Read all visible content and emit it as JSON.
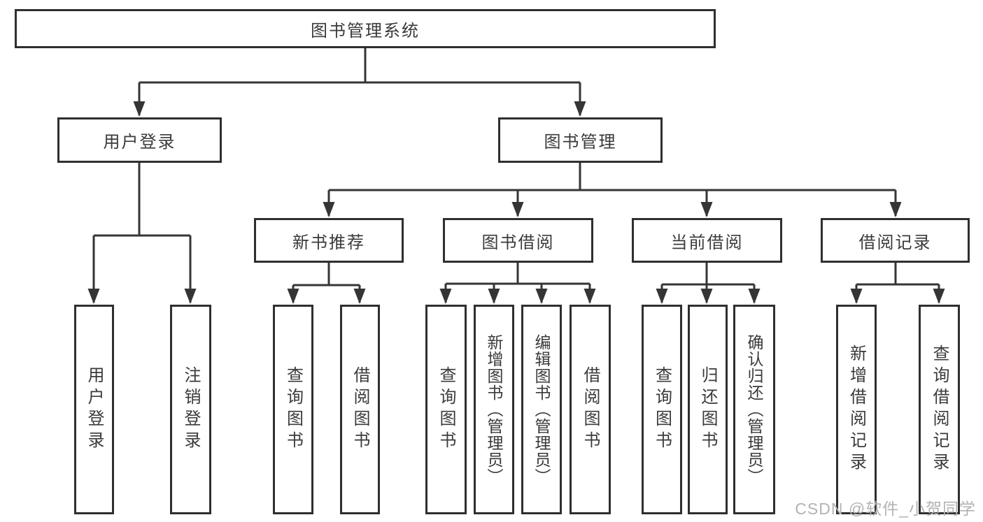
{
  "diagram": {
    "title": "图书管理系统",
    "watermark": "CSDN @软件_小贺同学",
    "colors": {
      "line": "#353535",
      "box_border": "#2f2f2f",
      "text": "#3a3a3a",
      "watermark": "#b3b3b3",
      "background": "#ffffff"
    },
    "nodes": {
      "root": "图书管理系统",
      "user_login": "用户登录",
      "book_mgmt": "图书管理",
      "new_book_rec": "新书推荐",
      "book_borrow": "图书借阅",
      "current_borrow": "当前借阅",
      "borrow_records": "借阅记录",
      "leaf_user_login": "用户登录",
      "leaf_logout": "注销登录",
      "leaf_query_books_a": "查询图书",
      "leaf_borrow_books_a": "借阅图书",
      "leaf_query_books_b": "查询图书",
      "leaf_add_book_admin": "新增图书（管理员）",
      "leaf_edit_book_admin": "编辑图书（管理员）",
      "leaf_borrow_books_b": "借阅图书",
      "leaf_query_books_c": "查询图书",
      "leaf_return_books": "归还图书",
      "leaf_confirm_return_admin": "确认归还（管理员）",
      "leaf_add_borrow_record": "新增借阅记录",
      "leaf_query_borrow_record": "查询借阅记录"
    },
    "hierarchy": {
      "图书管理系统": [
        "用户登录",
        "图书管理"
      ],
      "用户登录": [
        "用户登录",
        "注销登录"
      ],
      "图书管理": [
        "新书推荐",
        "图书借阅",
        "当前借阅",
        "借阅记录"
      ],
      "新书推荐": [
        "查询图书",
        "借阅图书"
      ],
      "图书借阅": [
        "查询图书",
        "新增图书（管理员）",
        "编辑图书（管理员）",
        "借阅图书"
      ],
      "当前借阅": [
        "查询图书",
        "归还图书",
        "确认归还（管理员）"
      ],
      "借阅记录": [
        "新增借阅记录",
        "查询借阅记录"
      ]
    }
  }
}
